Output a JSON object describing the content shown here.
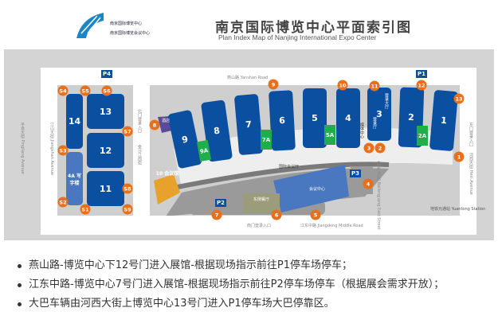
{
  "header": {
    "title_cn": "南京国际博览中心平面索引图",
    "title_en": "Plan Index Map of Nanjing International Expo Center",
    "logo_line1": "南京国际博览中心",
    "logo_line2": "南京国际博览会议中心"
  },
  "halls": {
    "h14": "14",
    "h4a": "4A 写字楼",
    "h13": "13",
    "h12": "12",
    "h11": "11",
    "h9": "9",
    "h8": "8",
    "h7": "7",
    "h6": "6",
    "h5": "5",
    "h4": "4",
    "h3": "3",
    "h2": "2",
    "h1": "1",
    "h9a": "9A",
    "h7a": "7A",
    "h5a": "5A",
    "h2a": "2A",
    "h10": "10 会议馆",
    "hotel": "酒店",
    "media": "媒体中心",
    "lobby": "登录大厅",
    "reg": "登录厅",
    "conf": "会议中心",
    "rest": "东侧餐厅",
    "intl": "国际会议厅"
  },
  "markers": [
    "S4",
    "S5",
    "S6",
    "S7",
    "S3",
    "S2",
    "S1",
    "S8",
    "S9",
    "8",
    "9",
    "10",
    "11",
    "12",
    "13",
    "1",
    "2",
    "3",
    "4",
    "5",
    "6",
    "7"
  ],
  "parking": [
    "P4",
    "P1",
    "P2",
    "P3"
  ],
  "streets": {
    "yanshan": "燕山路 Yanshan Road",
    "jiangdong": "江东中路 Jiangdong Middle Road",
    "hexi": "河西大街 Hexi Avenue",
    "jiangshan": "江山大街 Jiangshan Avenue",
    "pingliang": "平良大街 Pingliang Avenue",
    "jinsha": "金沙江西街",
    "bailong": "白龙江东街 Bailongjiang East Street",
    "south_gate": "南门登录入口",
    "east_gate": "东门登录入口",
    "north_gate": "北门登录入口",
    "metro": "地铁元通站 Yuantong Station"
  },
  "notes": [
    "燕山路-博览中心下12号门进入展馆-根据现场指示前往P1停车场停车；",
    "江东中路-博览中心7号门进入展馆-根据现场指示前往P2停车场停车（根据展会需求开放）；",
    "大巴车辆由河西大街上博览中心13号门进入P1停车场大巴停靠区。"
  ]
}
